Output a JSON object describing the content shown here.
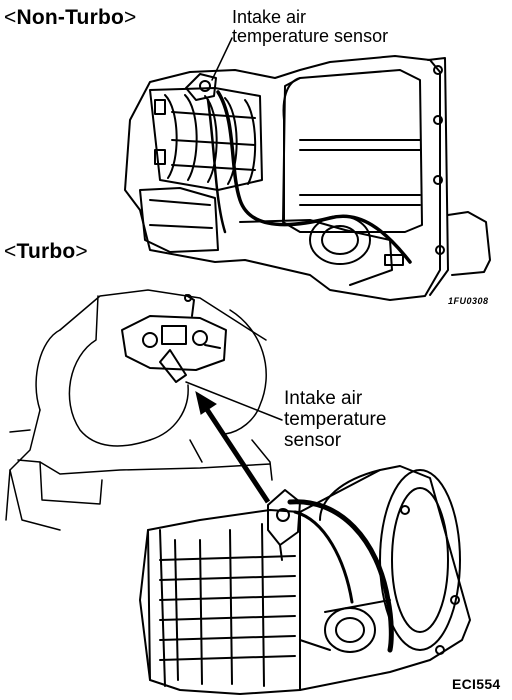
{
  "sections": {
    "non_turbo": {
      "open": "<",
      "name": "Non-Turbo",
      "close": ">"
    },
    "turbo": {
      "open": "<",
      "name": "Turbo",
      "close": ">"
    }
  },
  "callouts": {
    "top": {
      "line1": "Intake air",
      "line2": "temperature sensor"
    },
    "bottom": {
      "line1": "Intake air",
      "line2": "temperature",
      "line3": "sensor"
    }
  },
  "figure_codes": {
    "top": "1FU0308",
    "bottom": "ECI554"
  }
}
